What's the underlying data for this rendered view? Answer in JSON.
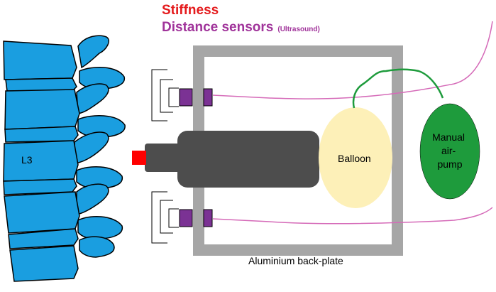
{
  "labels": {
    "stiffness": "Stiffness",
    "distance_sensors": "Distance sensors",
    "distance_sensors_sub": "(Ultrasound)",
    "vertebra": "L3",
    "balloon": "Balloon",
    "pump_line1": "Manual",
    "pump_line2": "air-",
    "pump_line3": "pump",
    "back_plate": "Aluminium back-plate"
  },
  "colors": {
    "stiffness": "#e41a1c",
    "distance_sensors": "#a0339a",
    "vertebra_fill": "#1a9ee0",
    "frame": "#a6a6a6",
    "actuator": "#4d4d4d",
    "tip": "#ff0000",
    "sensor_fill": "#7b3294",
    "sensor_wire": "#d56ab8",
    "balloon": "#fdf0b8",
    "pump": "#1e9b3c",
    "tube": "#1e9b3c"
  }
}
